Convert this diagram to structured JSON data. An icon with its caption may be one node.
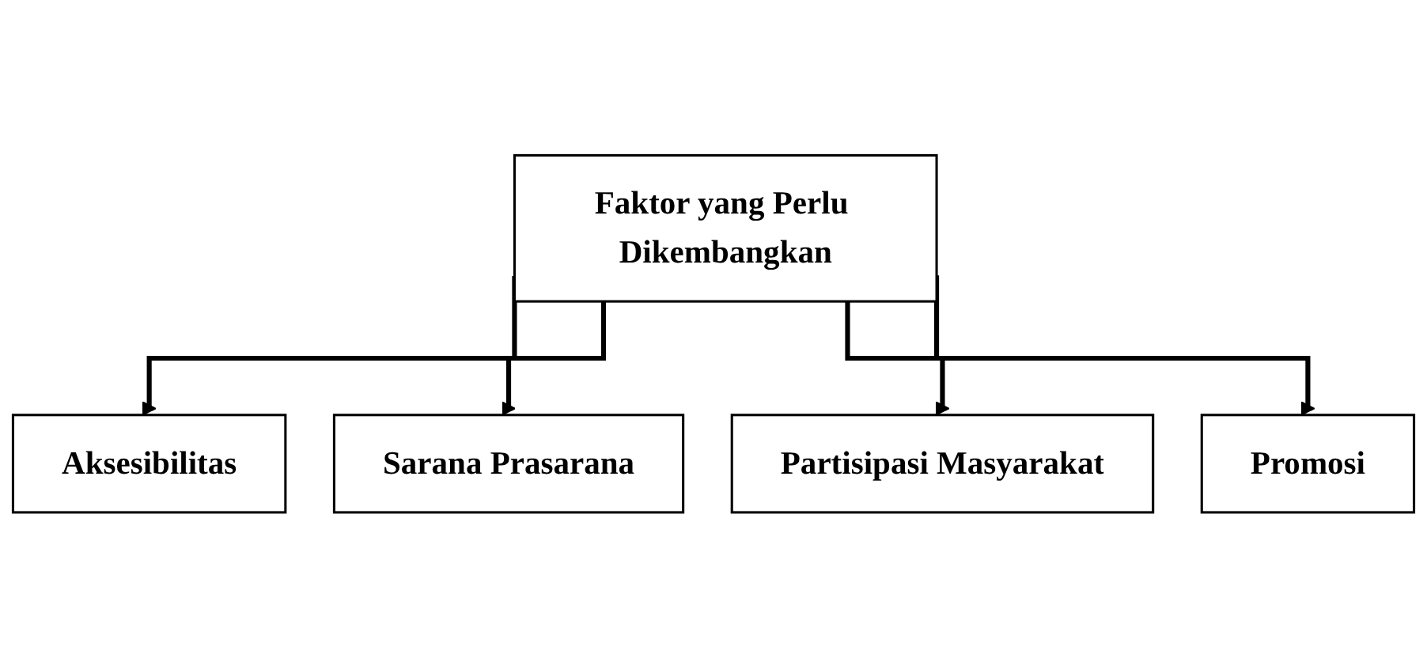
{
  "diagram": {
    "nodes": [
      {
        "text": [
          "Faktor yang Perlu Dikembangkan"
        ]
      },
      {
        "text": [
          "Aksesibilitas"
        ]
      },
      {
        "text": [
          "Sarana Prasarana"
        ]
      },
      {
        "text": [
          "Partisipasi Masyarakat"
        ]
      },
      {
        "text": [
          "Promosi"
        ]
      }
    ],
    "edges": [
      {
        "from": 0,
        "to": 1,
        "arrow": "to"
      },
      {
        "from": 0,
        "to": 2,
        "arrow": "to"
      },
      {
        "from": 0,
        "to": 3,
        "arrow": "to"
      },
      {
        "from": 0,
        "to": 4,
        "arrow": "to"
      }
    ]
  }
}
